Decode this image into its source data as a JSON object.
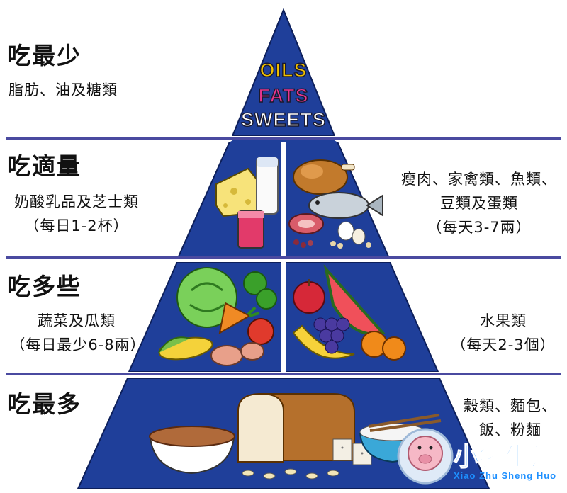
{
  "tiers": {
    "top": {
      "heading": "吃最少",
      "label": "脂肪、油及糖類",
      "words": [
        "OILS",
        "FATS",
        "SWEETS"
      ]
    },
    "second": {
      "heading": "吃適量",
      "left_label": "奶酸乳品及芝士類",
      "left_serving": "（每日1-2杯）",
      "right_label_1": "瘦肉、家禽類、魚類、",
      "right_label_2": "豆類及蛋類",
      "right_serving": "（每天3-7兩）"
    },
    "third": {
      "heading": "吃多些",
      "left_label": "蔬菜及瓜類",
      "left_serving": "（每日最少6-8兩）",
      "right_label": "水果類",
      "right_serving": "（每天2-3個）"
    },
    "base": {
      "heading": "吃最多",
      "right_label_1": "穀類、麵包、",
      "right_label_2": "飯、粉麵"
    }
  },
  "watermark": {
    "title": "小猪生活",
    "subtitle": "Xiao Zhu Sheng Huo"
  },
  "colors": {
    "pyramid": "#1f3f9a",
    "divider": "#4a4aa0",
    "oils": "#f2c200",
    "fats": "#e8368f",
    "sweets": "#ffffff",
    "watermark": "#1e90ff"
  },
  "icons": [
    "cheese-icon",
    "milk-icon",
    "juice-icon",
    "chicken-icon",
    "fish-icon",
    "meat-icon",
    "egg-icon",
    "beans-icon",
    "cabbage-icon",
    "carrot-icon",
    "corn-icon",
    "potato-icon",
    "tomato-icon",
    "watermelon-icon",
    "apple-icon",
    "grapes-icon",
    "orange-icon",
    "banana-icon",
    "cereal-bowl-icon",
    "bread-icon",
    "crackers-icon",
    "rice-bowl-icon",
    "chopsticks-icon",
    "pig-mascot-icon"
  ]
}
